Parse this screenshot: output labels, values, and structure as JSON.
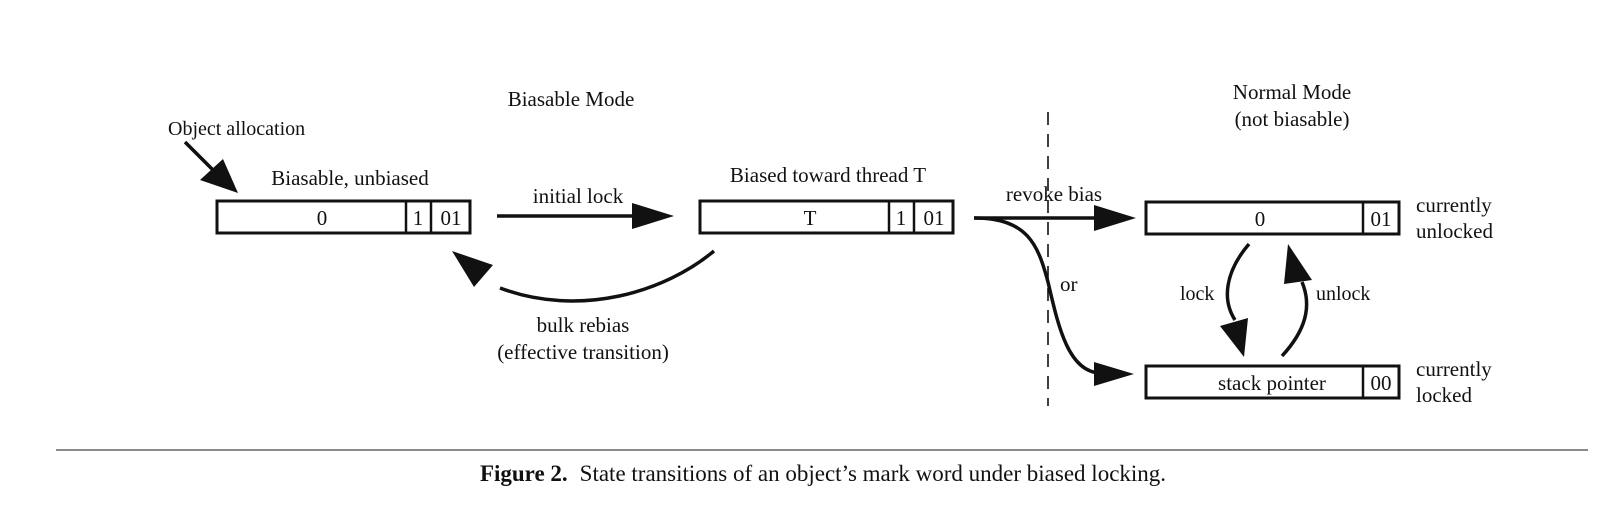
{
  "modes": {
    "biasable": "Biasable Mode",
    "normal_line1": "Normal Mode",
    "normal_line2": "(not biasable)"
  },
  "states": {
    "unbiased": {
      "title": "Biasable, unbiased",
      "cells": [
        "0",
        "1",
        "01"
      ]
    },
    "biased": {
      "title": "Biased toward thread T",
      "cells": [
        "T",
        "1",
        "01"
      ]
    },
    "unlocked": {
      "cells": [
        "0",
        "01"
      ],
      "side_line1": "currently",
      "side_line2": "unlocked"
    },
    "locked": {
      "cells": [
        "stack pointer",
        "00"
      ],
      "side_line1": "currently",
      "side_line2": "locked"
    }
  },
  "transitions": {
    "object_allocation": "Object allocation",
    "initial_lock": "initial lock",
    "revoke_bias": "revoke bias",
    "or": "or",
    "lock": "lock",
    "unlock": "unlock",
    "bulk_rebias_line1": "bulk rebias",
    "bulk_rebias_line2": "(effective transition)"
  },
  "caption": {
    "label": "Figure 2.",
    "text": "State transitions of an object’s mark word under biased locking."
  }
}
